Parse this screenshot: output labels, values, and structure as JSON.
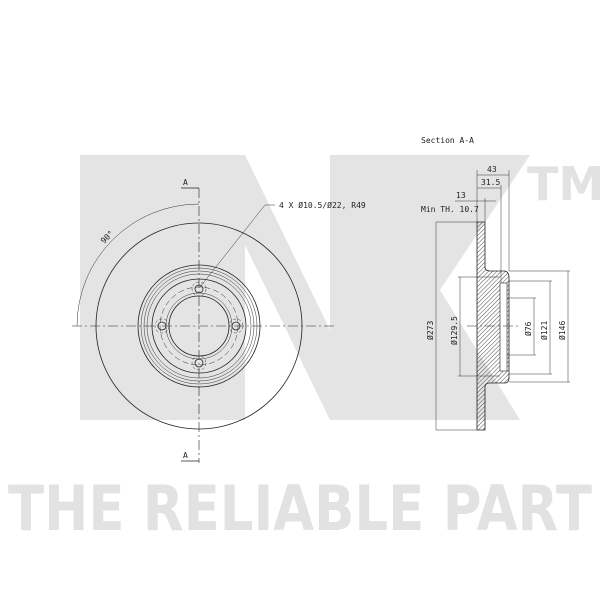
{
  "watermark": {
    "logo": "NK",
    "trademark": "TM",
    "slogan": "THE RELIABLE PART"
  },
  "front_view": {
    "section_marker_top": "A",
    "section_marker_bottom": "A",
    "angle_label": "90°",
    "bolt_hole_callout": "4 X Ø10.5/Ø22, R49"
  },
  "section_view": {
    "title": "Section A-A",
    "min_thickness_label": "Min TH. 10.7",
    "dimensions": {
      "total_height": "43",
      "hub_height": "31.5",
      "disc_thickness": "13",
      "outer_diameter": "Ø273",
      "inner_step_diameter": "Ø129.5",
      "center_bore": "Ø76",
      "bolt_side_diameter": "Ø121",
      "hub_diameter": "Ø146"
    }
  }
}
